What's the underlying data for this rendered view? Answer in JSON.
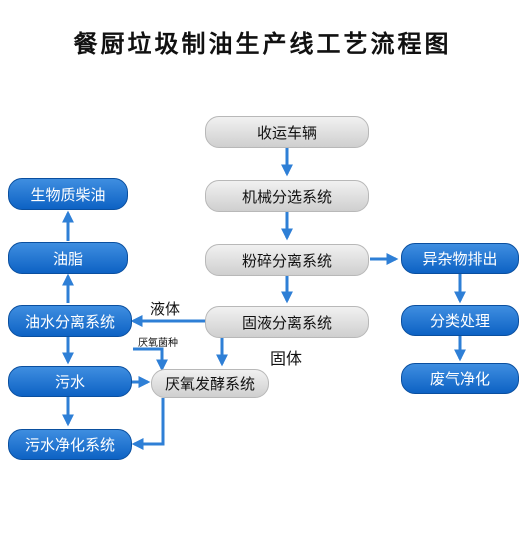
{
  "title": "餐厨垃圾制油生产线工艺流程图",
  "nodes": {
    "collect_vehicle": "收运车辆",
    "mechanical_sort": "机械分选系统",
    "crush_separate": "粉碎分离系统",
    "solid_liquid_separate": "固液分离系统",
    "biodiesel": "生物质柴油",
    "grease": "油脂",
    "oil_water_separate": "油水分离系统",
    "sewage": "污水",
    "sewage_purify": "污水净化系统",
    "anaerobic_ferment": "厌氧发酵系统",
    "foreign_discharge": "异杂物排出",
    "classify_process": "分类处理",
    "waste_gas_purify": "废气净化"
  },
  "labels": {
    "liquid": "液体",
    "solid": "固体",
    "anaerobic_bacteria": "厌氧菌种"
  },
  "colors": {
    "arrow": "#2e7fd6",
    "blue_node": "#1a6fd0",
    "grey_node": "#d9d9d9"
  }
}
